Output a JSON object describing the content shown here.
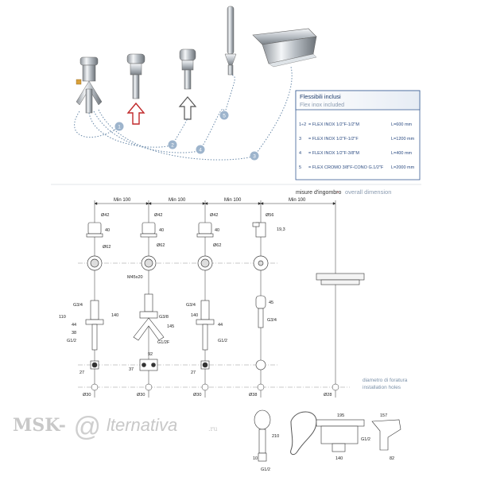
{
  "table": {
    "title": "Flessibili inclusi",
    "subtitle": "Flex inox included",
    "rows": [
      {
        "code": "1÷2",
        "desc": "= FLEX INOX 1/2\"F-1/2\"M",
        "len": "L=600 mm"
      },
      {
        "code": "3",
        "desc": "= FLEX INOX 1/2\"F-1/2\"F",
        "len": "L=1200 mm"
      },
      {
        "code": "4",
        "desc": "= FLEX INOX 1/2\"F-3/8\"M",
        "len": "L=400 mm"
      },
      {
        "code": "5",
        "desc": "= FLEX CROMO 3/8\"F-CONO G.1/2\"F",
        "len": "L=2000 mm"
      }
    ]
  },
  "header": {
    "misure": "misure d'ingombro",
    "dash": " - ",
    "overall": "overall dimension"
  },
  "callouts": [
    "1",
    "2",
    "3",
    "4",
    "5"
  ],
  "spacing": [
    "Min 100",
    "Min 100",
    "Min 100",
    "Min 100"
  ],
  "dims": {
    "d42": "Ø42",
    "d56": "Ø56",
    "d62": "Ø62",
    "d30": "Ø30",
    "d38": "Ø38",
    "d28": "Ø28",
    "h40": "40",
    "h19": "19,3",
    "g34": "G3/4",
    "g12": "G1/2",
    "g12f": "G1/2F",
    "g38": "G3/8",
    "m": "M45x20",
    "n110": "110",
    "n140": "140",
    "n44": "44",
    "n38": "38",
    "n27": "27",
    "n92": "92",
    "n37": "37",
    "n145": "145",
    "n45": "45",
    "n210": "210",
    "n10": "10",
    "n195": "195",
    "n157": "157",
    "n82": "82"
  },
  "drill": {
    "it": "diametro di foratura",
    "en": "installation holes"
  },
  "watermark": {
    "left": "MSK-",
    "at": "@",
    "right": "lternativa",
    "ru": ".ru"
  }
}
